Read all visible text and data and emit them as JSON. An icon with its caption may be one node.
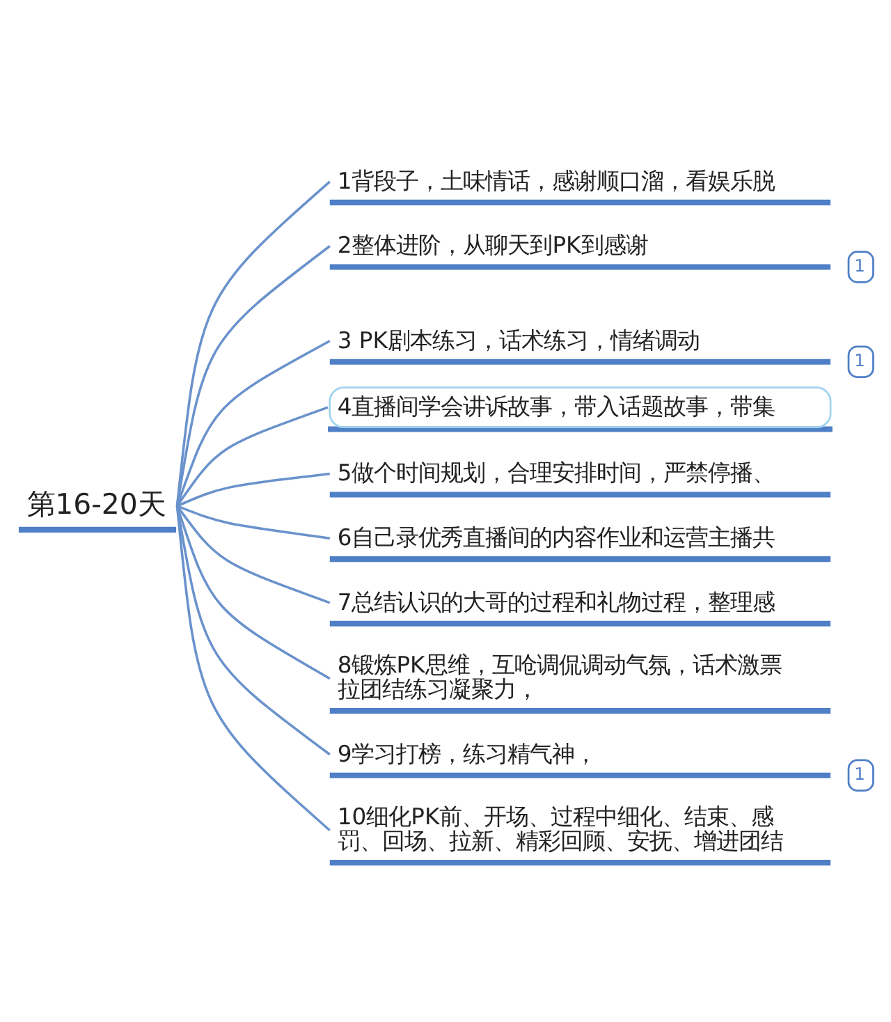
{
  "diagram": {
    "nodes": [
      {
        "text": [
          "第16-20天"
        ]
      },
      {
        "text": [
          "1背段子，土味情话，感谢顺口溜，看娱乐脱"
        ]
      },
      {
        "text": [
          "2整体进阶，从聊天到PK到感谢"
        ],
        "beside": [
          "1"
        ]
      },
      {
        "text": [
          "3 PK剧本练习，话术练习，情绪调动"
        ],
        "beside": [
          "1"
        ]
      },
      {
        "text": [
          "4直播间学会讲诉故事，带入话题故事，带集"
        ]
      },
      {
        "text": [
          "5做个时间规划，合理安排时间，严禁停播、"
        ]
      },
      {
        "text": [
          "6自己录优秀直播间的内容作业和运营主播共"
        ]
      },
      {
        "text": [
          "7总结认识的大哥的过程和礼物过程，整理感"
        ]
      },
      {
        "text": [
          "8锻炼PK思维，互呛调侃调动气氛，话术激票拉团结练习凝聚力，"
        ]
      },
      {
        "text": [
          "9学习打榜，练习精气神，"
        ],
        "beside": [
          "1"
        ]
      },
      {
        "text": [
          "10细化PK前、开场、过程中细化、结束、感罚、回场、拉新、精彩回顾、安抚、增进团结"
        ]
      }
    ],
    "edges": [
      {
        "from": 0,
        "to": 1,
        "arrow": "none"
      },
      {
        "from": 0,
        "to": 2,
        "arrow": "none"
      },
      {
        "from": 0,
        "to": 3,
        "arrow": "none"
      },
      {
        "from": 0,
        "to": 4,
        "arrow": "none"
      },
      {
        "from": 0,
        "to": 5,
        "arrow": "none"
      },
      {
        "from": 0,
        "to": 6,
        "arrow": "none"
      },
      {
        "from": 0,
        "to": 7,
        "arrow": "none"
      },
      {
        "from": 0,
        "to": 8,
        "arrow": "none"
      },
      {
        "from": 0,
        "to": 9,
        "arrow": "none"
      },
      {
        "from": 0,
        "to": 10,
        "arrow": "none"
      }
    ]
  }
}
